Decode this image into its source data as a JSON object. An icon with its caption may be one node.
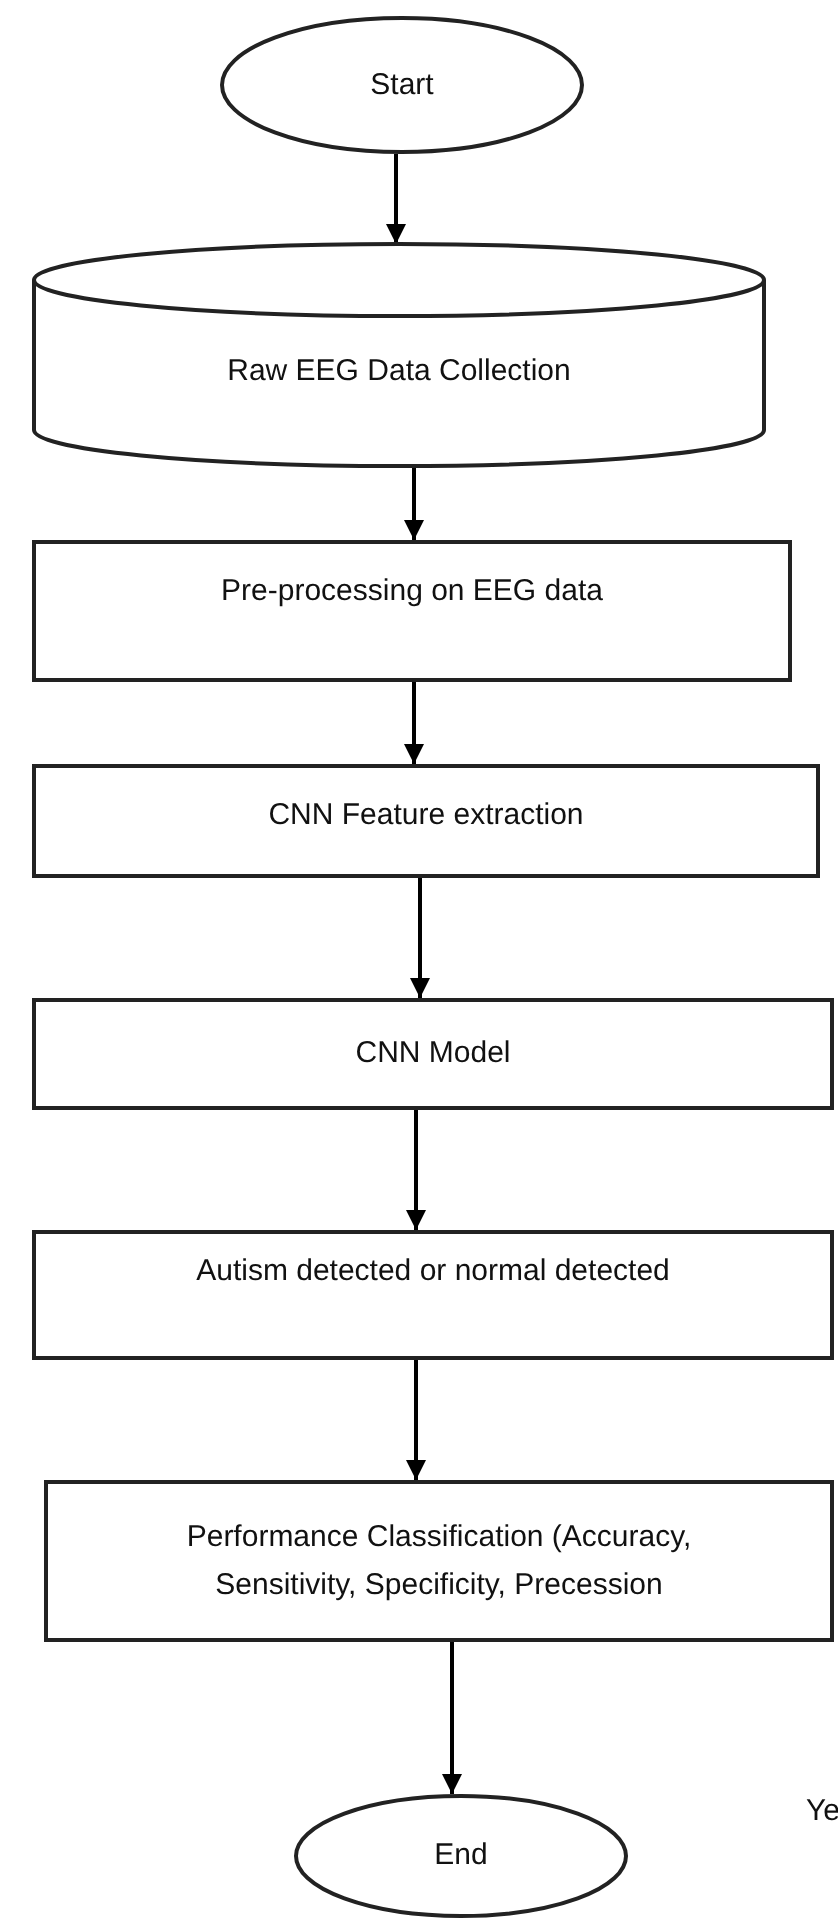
{
  "diagram": {
    "nodes": [
      {
        "text": [
          "Start"
        ]
      },
      {
        "text": [
          "Raw EEG Data Collection"
        ]
      },
      {
        "text": [
          "Pre-processing on EEG data"
        ]
      },
      {
        "text": [
          "CNN Feature extraction"
        ]
      },
      {
        "text": [
          "CNN Model"
        ]
      },
      {
        "text": [
          "Autism detected or normal detected"
        ]
      },
      {
        "text": [
          "Performance Classification (Accuracy, Sensitivity, Specificity, Precession"
        ]
      },
      {
        "text": [
          "End"
        ]
      }
    ],
    "edges": [
      {
        "from": 0,
        "to": 1,
        "arrow": "to"
      },
      {
        "from": 1,
        "to": 2,
        "arrow": "to"
      },
      {
        "from": 2,
        "to": 3,
        "arrow": "to"
      },
      {
        "from": 3,
        "to": 4,
        "arrow": "to"
      },
      {
        "from": 4,
        "to": 5,
        "arrow": "to"
      },
      {
        "from": 5,
        "to": 6,
        "arrow": "to"
      },
      {
        "from": 6,
        "to": 7,
        "arrow": "to"
      }
    ],
    "labels": [
      "Ye"
    ]
  }
}
